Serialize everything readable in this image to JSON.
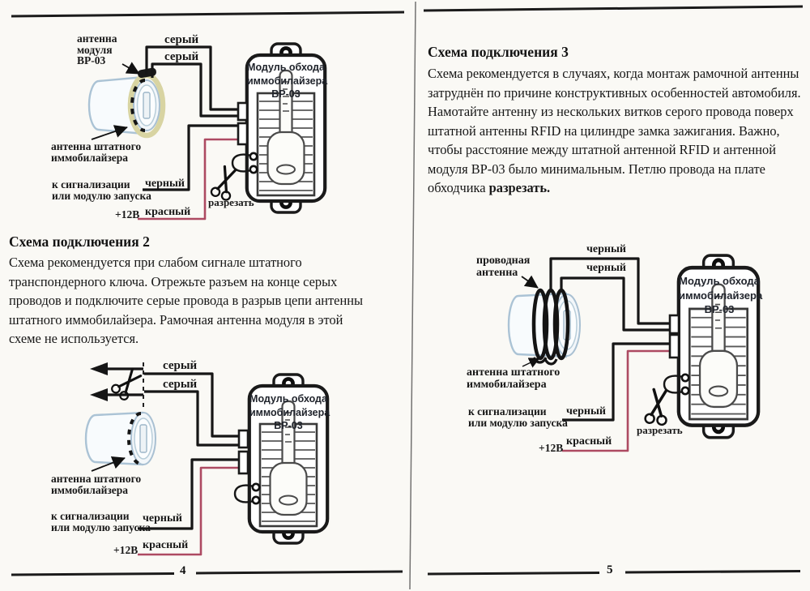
{
  "pages": {
    "left": {
      "page_number": "4",
      "heading": "Схема подключения 2",
      "body": "Схема рекомендуется при слабом сигнале штатного транспондерного ключа. Отрежьте разъем на конце серых проводов и подключите серые провода в разрыв цепи антенны штатного иммобилайзера. Рамочная антенна модуля в этой схеме не используется."
    },
    "right": {
      "page_number": "5",
      "heading": "Схема подключения 3",
      "body": "Схема рекомендуется в случаях, когда монтаж рамочной антенны затруднён по причине конструктивных особенностей автомобиля. Намотайте антенну из нескольких витков серого провода поверх штатной антенны RFID на цилиндре замка зажигания. Важно, чтобы расстояние между штатной антенной RFID и антенной модуля ВР-03 было минимальным. Петлю провода на плате обходчика ",
      "body_bold": "разрезать."
    }
  },
  "labels": {
    "module_title_l1": "Модуль обхода",
    "module_title_l2": "иммобилайзера",
    "module_title_l3": "ВР-03",
    "antenna_module_l1": "антенна",
    "antenna_module_l2": "модуля",
    "antenna_module_l3": "ВР-03",
    "stock_antenna_l1": "антенна штатного",
    "stock_antenna_l2": "иммобилайзера",
    "wired_antenna_l1": "проводная",
    "wired_antenna_l2": "антенна",
    "to_alarm_l1": "к сигнализации",
    "to_alarm_l2": "или модулю запуска",
    "wire_gray": "серый",
    "wire_black": "черный",
    "wire_red": "красный",
    "plus_12v": "+12В",
    "cut": "разрезать"
  },
  "icons": {
    "scissors_icon": "crossed scissor blades with two ring handles",
    "cut_arrow_icon": "solid left-pointing triangle arrowhead"
  },
  "colors": {
    "ink": "#1b1b1b",
    "wire_black": "#161616",
    "wire_red": "#ad4a62",
    "cylinder_outline": "#a9c0d2",
    "frame_antenna_ring": "#d8d4a2",
    "paper": "#faf9f5"
  }
}
